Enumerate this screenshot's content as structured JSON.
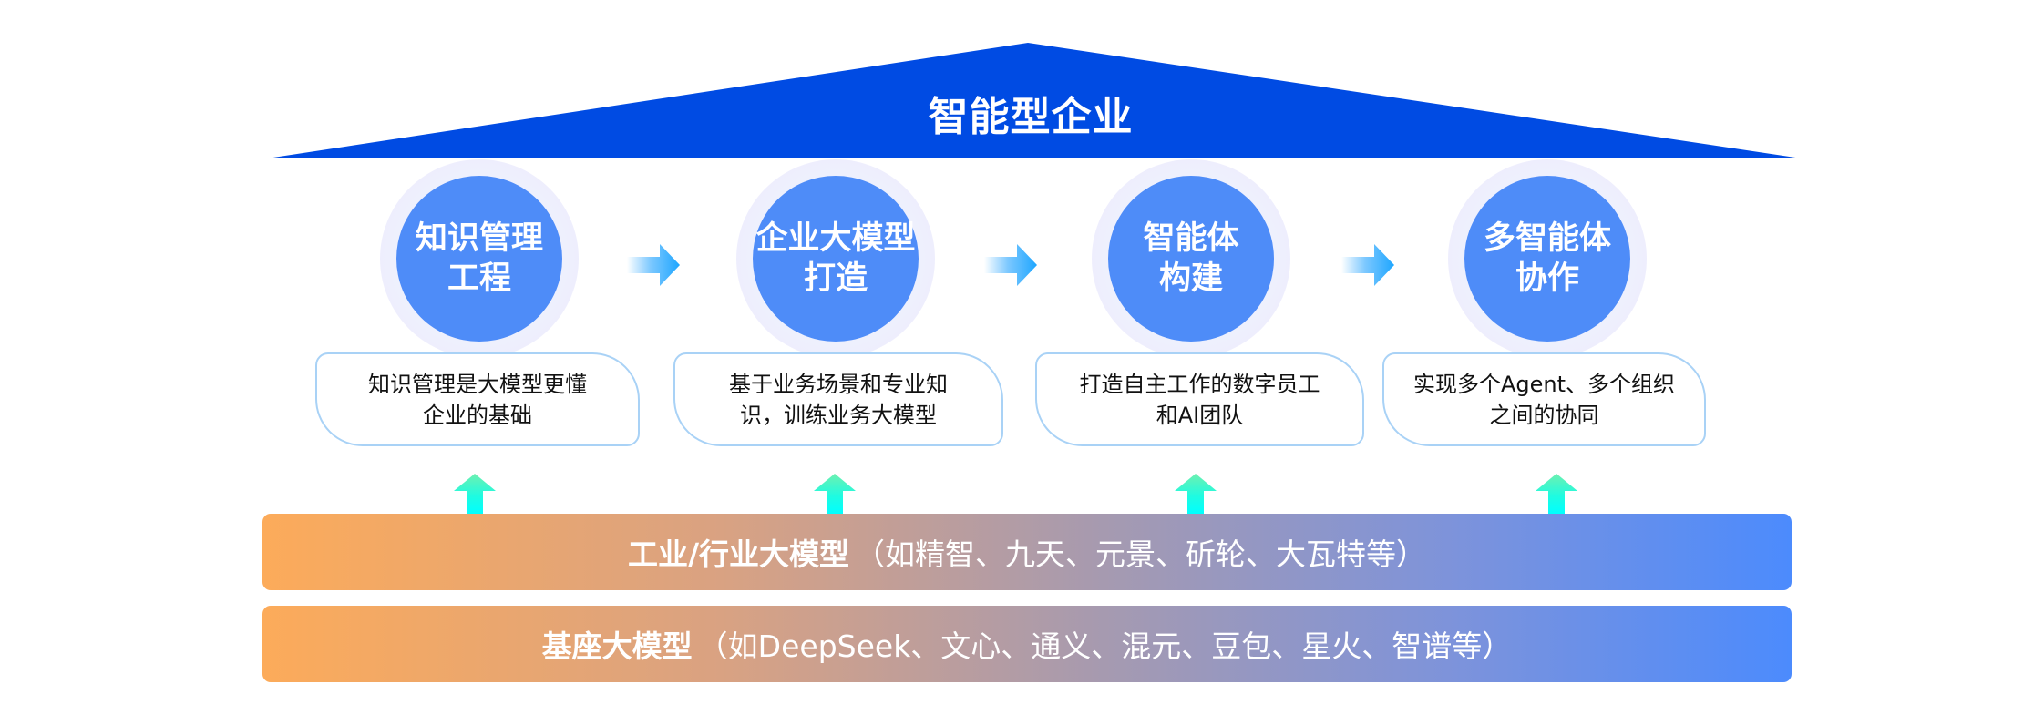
{
  "title": "智能型企业",
  "colors": {
    "roof": "#004be3",
    "circle_core": "#4e8cf8",
    "circle_halo": "#efeafd",
    "desc_border": "#a9d2f6",
    "right_arrow": "#1ea6ff",
    "up_arrow_top": "#6ef0b0",
    "up_arrow_bottom": "#00ffff",
    "bar_left": "#fcab5a",
    "bar_right": "#4c8bfd"
  },
  "stages": [
    {
      "name_lines": [
        "知识管理",
        "工程"
      ],
      "desc_lines": [
        "知识管理是大模型更懂",
        "企业的基础"
      ]
    },
    {
      "name_lines": [
        "企业大模型",
        "打造"
      ],
      "desc_lines": [
        "基于业务场景和专业知",
        "识，训练业务大模型"
      ]
    },
    {
      "name_lines": [
        "智能体",
        "构建"
      ],
      "desc_lines": [
        "打造自主工作的数字员工",
        "和AI团队"
      ]
    },
    {
      "name_lines": [
        "多智能体",
        "协作"
      ],
      "desc_lines": [
        "实现多个Agent、多个组织",
        "之间的协同"
      ]
    }
  ],
  "icons": {
    "flow_arrow": "arrow-right-icon",
    "support_arrow": "arrow-up-icon"
  },
  "foundations": [
    {
      "label": "工业/行业大模型",
      "examples": "（如精智、九天、元景、斫轮、大瓦特等）"
    },
    {
      "label": "基座大模型",
      "examples": "（如DeepSeek、文心、通义、混元、豆包、星火、智谱等）"
    }
  ]
}
